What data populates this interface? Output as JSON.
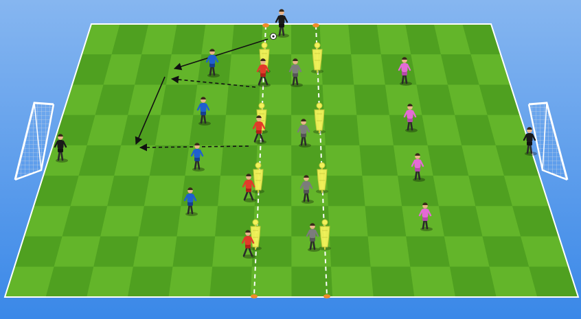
{
  "scene": {
    "type": "football-training-drill-diagram",
    "colors": {
      "background_top": "#86b6f0",
      "background_bottom": "#3a88e8",
      "grass_light": "#63b52a",
      "grass_dark": "#4fa020",
      "lines": "#ffffff",
      "team_blue": "#1f5fd0",
      "team_red": "#e23a2a",
      "team_grey": "#7c7c7c",
      "team_pink": "#e46ad6",
      "coach_black": "#1a1a1a",
      "mannequin_yellow": "#f2f25a",
      "cone_orange": "#f08c2a"
    },
    "players": {
      "blue": 4,
      "red": 4,
      "grey": 4,
      "pink": 4,
      "goalkeepers": 2,
      "coach_with_ball": 1
    },
    "mannequins": 8,
    "goals": 2,
    "cones": 4,
    "lines": {
      "player_movement": "solid-arrow",
      "pass": "dashed-arrow",
      "channel": "dashed-white"
    }
  }
}
